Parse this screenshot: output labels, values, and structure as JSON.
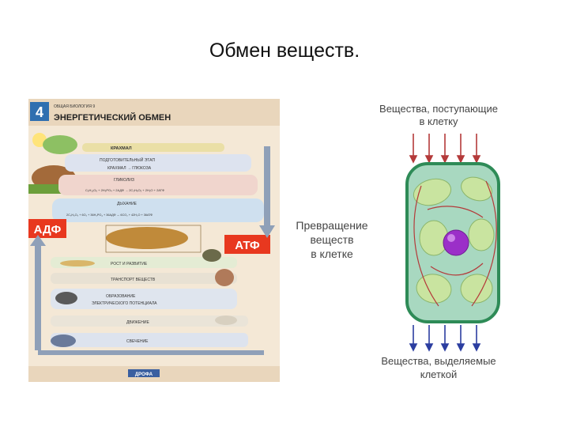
{
  "slide": {
    "title": "Обмен веществ."
  },
  "poster": {
    "number": "4",
    "series": "ОБЩАЯ БИОЛОГИЯ 9",
    "heading": "ЭНЕРГЕТИЧЕСКИЙ ОБМЕН",
    "starch": "КРАХМАЛ",
    "stage_prep": "ПОДГОТОВИТЕЛЬНЫЙ ЭТАП",
    "starch_glucose": "КРАХМАЛ → ГЛЮКОЗА",
    "glycolysis": "ГЛИКОЛИЗ",
    "glycolysis_eq": "C₆H₁₂O₆ + 2H₃PO₄ + 2АДФ → 2C₃H₆O₃ + 2H₂O + 2АТФ",
    "respiration": "ДЫХАНИЕ",
    "respiration_eq": "2C₃H₆O₃ + 6O₂ + 36H₃PO₄ + 36АДФ → 6CO₂ + 42H₂O + 36АТФ",
    "adp": "АДФ",
    "atp": "АТФ",
    "growth": "РОСТ И РАЗВИТИЕ",
    "transport": "ТРАНСПОРТ ВЕЩЕСТВ",
    "electric_1": "ОБРАЗОВАНИЕ",
    "electric_2": "ЭЛЕКТРИЧЕСКОГО ПОТЕНЦИАЛА",
    "movement": "ДВИЖЕНИЕ",
    "glow": "СВЕЧЕНИЕ",
    "publisher": "ДРОФА"
  },
  "cell": {
    "input_line1": "Вещества, поступающие",
    "input_line2": "в клетку",
    "transform_line1": "Превращение",
    "transform_line2": "веществ",
    "transform_line3": "в клетке",
    "output_line1": "Вещества, выделяемые",
    "output_line2": "клеткой"
  },
  "colors": {
    "adp_atp_red": "#e8381f",
    "arrow_blue": "#2c3ea0",
    "arrow_red": "#b43a3a",
    "cell_wall": "#2e8b57",
    "cytoplasm": "#a8d8c0",
    "chloroplast": "#c9e4a0",
    "nucleus": "#9b2fc8"
  }
}
